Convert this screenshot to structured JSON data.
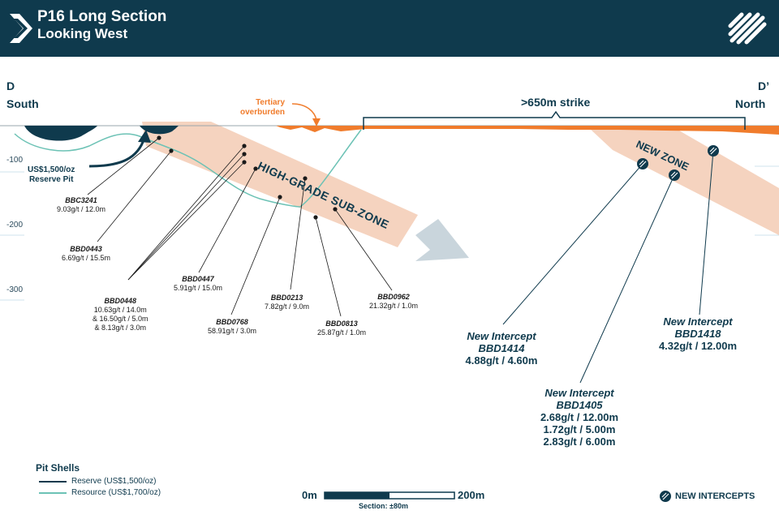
{
  "header": {
    "title": "P16 Long Section",
    "subtitle": "Looking West"
  },
  "section_ends": {
    "left_letter": "D",
    "left_dir": "South",
    "right_letter": "D’",
    "right_dir": "North"
  },
  "annotations": {
    "tertiary": "Tertiary\noverburden",
    "strike": ">650m strike",
    "high_grade": "HIGH-GRADE SUB-ZONE",
    "new_zone": "NEW ZONE",
    "reserve_pit": "US$1,500/oz\nReserve Pit"
  },
  "depth_labels": [
    "-100",
    "-200",
    "-300"
  ],
  "historic_holes": [
    {
      "id": "BBC3241",
      "result": "9.03g/t  / 12.0m"
    },
    {
      "id": "BBD0443",
      "result": "6.69g/t  / 15.5m"
    },
    {
      "id": "BBD0448",
      "result": "10.63g/t  / 14.0m\n& 16.50g/t  / 5.0m\n& 8.13g/t  / 3.0m"
    },
    {
      "id": "BBD0447",
      "result": "5.91g/t  / 15.0m"
    },
    {
      "id": "BBD0768",
      "result": "58.91g/t  / 3.0m"
    },
    {
      "id": "BBD0213",
      "result": "7.82g/t  / 9.0m"
    },
    {
      "id": "BBD0813",
      "result": "25.87g/t  / 1.0m"
    },
    {
      "id": "BBD0962",
      "result": "21.32g/t  / 1.0m"
    }
  ],
  "new_intercepts": [
    {
      "label": "New Intercept",
      "id": "BBD1414",
      "results": "4.88g/t / 4.60m"
    },
    {
      "label": "New Intercept",
      "id": "BBD1405",
      "results": "2.68g/t / 12.00m\n1.72g/t / 5.00m\n2.83g/t / 6.00m"
    },
    {
      "label": "New Intercept",
      "id": "BBD1418",
      "results": "4.32g/t / 12.00m"
    }
  ],
  "legend": {
    "title": "Pit Shells",
    "items": [
      {
        "label": "Reserve (US$1,500/oz)",
        "color": "#0f3a4d"
      },
      {
        "label": "Resource (US$1,700/oz)",
        "color": "#6cc2b5"
      }
    ]
  },
  "scale": {
    "start": "0m",
    "end": "200m",
    "section": "Section: ±80m"
  },
  "footer_logo": "NEW INTERCEPTS",
  "colors": {
    "navy": "#0f3a4d",
    "orange": "#f07c2c",
    "zone": "#f5d3bf",
    "teal": "#6cc2b5"
  }
}
